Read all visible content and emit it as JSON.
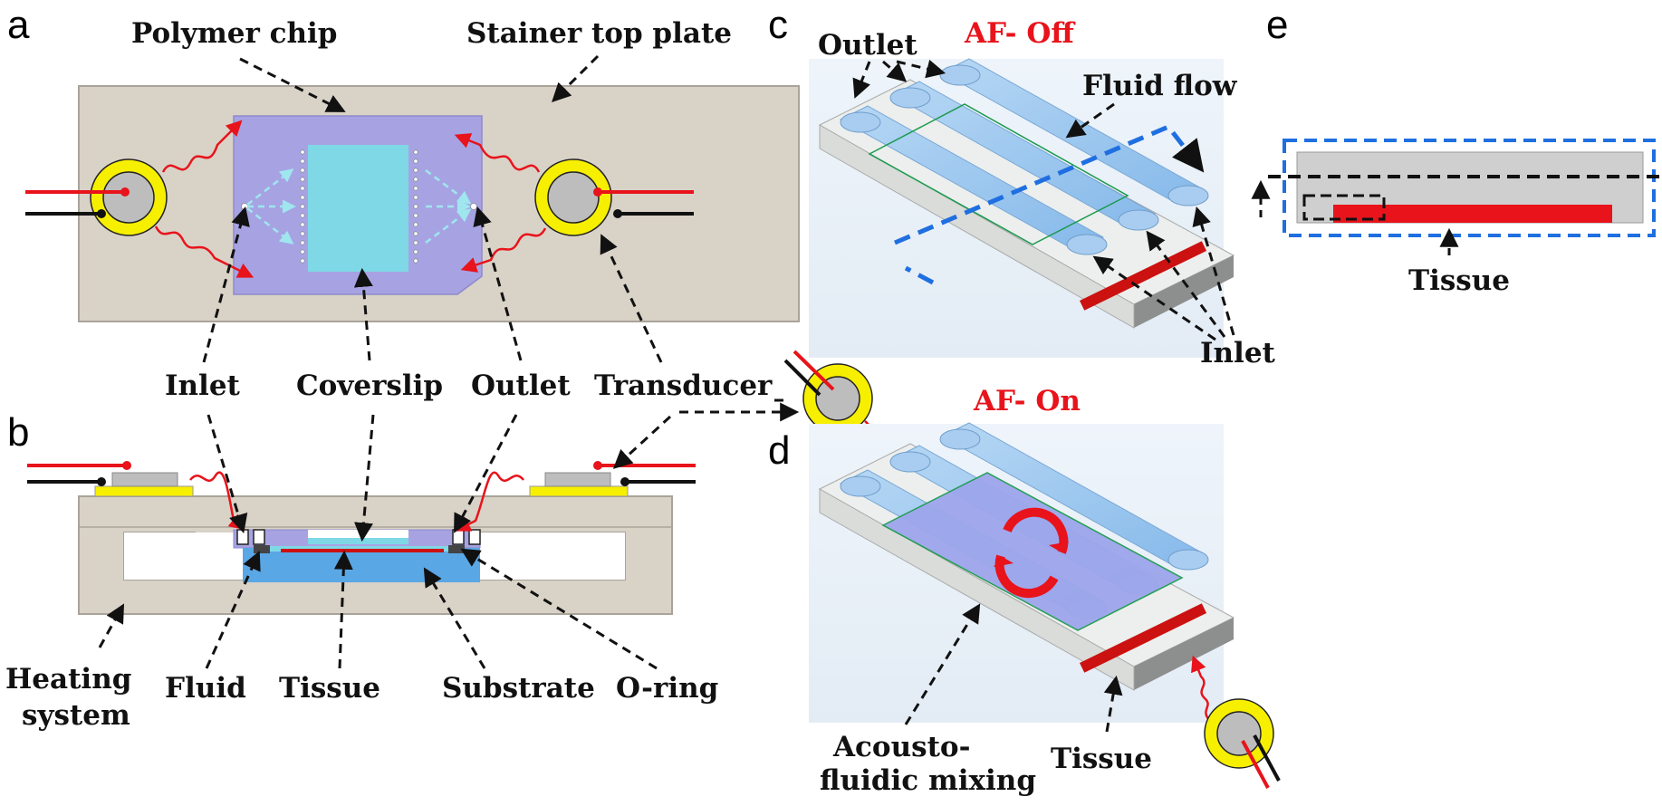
{
  "panels": {
    "a": "a",
    "b": "b",
    "c": "c",
    "d": "d",
    "e": "e"
  },
  "labels": {
    "polymer_chip": "Polymer chip",
    "stainer_top_plate": "Stainer top plate",
    "inlet_a": "Inlet",
    "coverslip": "Coverslip",
    "outlet_a": "Outlet",
    "transducer": "Transducer",
    "heating_1": "Heating",
    "heating_2": "system",
    "fluid": "Fluid",
    "tissue_b": "Tissue",
    "substrate": "Substrate",
    "oring": "O-ring",
    "af_off": "AF- Off",
    "outlet_c": "Outlet",
    "fluid_flow": "Fluid flow",
    "inlet_c": "Inlet",
    "af_on": "AF- On",
    "acousto_1": "Acousto-",
    "acousto_2": "fluidic mixing",
    "tissue_d": "Tissue",
    "tissue_e": "Tissue"
  },
  "colors": {
    "plate": "#d9d2c7",
    "chip": "#a7a3e3",
    "coverslip": "#7fd8e6",
    "transducer_ring": "#f7ef00",
    "transducer_core": "#bdbdbd",
    "wire_red": "#e8131b",
    "channel_blue": "#9ec9f0",
    "flow_blue": "#1f6fe0",
    "tissue_red": "#cc1111",
    "substrate_blue": "#5aa7e6"
  }
}
